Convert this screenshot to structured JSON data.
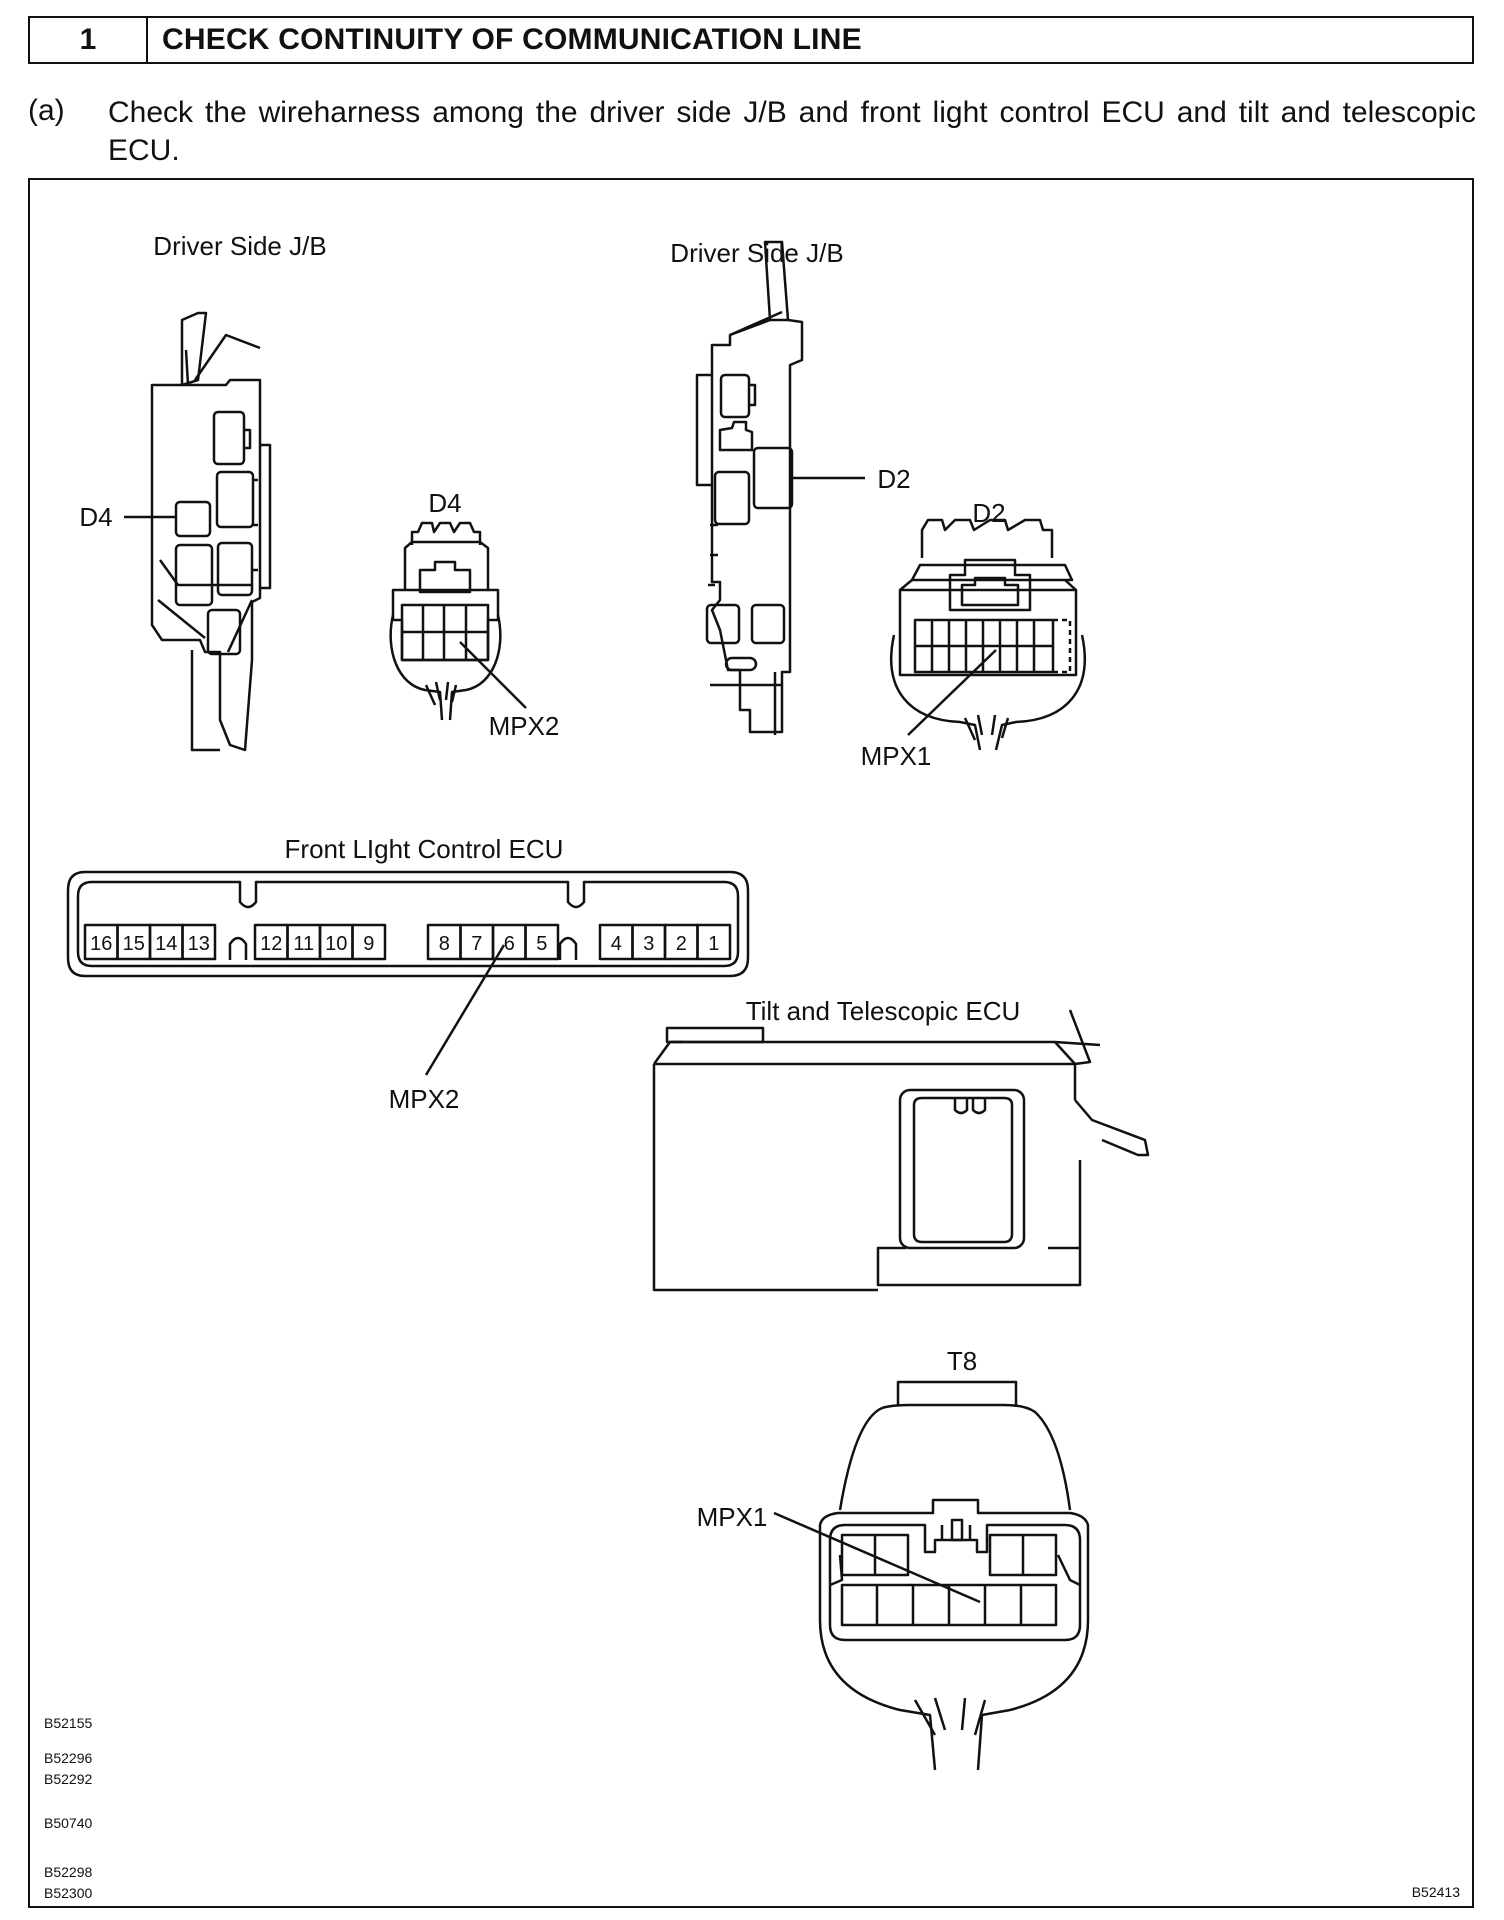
{
  "step": {
    "number": "1",
    "title": "CHECK CONTINUITY OF COMMUNICATION LINE"
  },
  "instruction": {
    "label": "(a)",
    "text": "Check the wireharness among the driver side J/B and front light control ECU and tilt and telescopic ECU."
  },
  "diagram": {
    "jb_left_title": "Driver Side J/B",
    "jb_right_title": "Driver Side J/B",
    "d4_callout": "D4",
    "d2_callout": "D2",
    "d4_connector_title": "D4",
    "d2_connector_title": "D2",
    "mpx2_d4": "MPX2",
    "mpx1_d2": "MPX1",
    "front_ecu_title": "Front LIght Control ECU",
    "front_ecu_pins": [
      "16",
      "15",
      "14",
      "13",
      "12",
      "11",
      "10",
      "9",
      "8",
      "7",
      "6",
      "5",
      "4",
      "3",
      "2",
      "1"
    ],
    "mpx2_front": "MPX2",
    "tilt_ecu_title": "Tilt and Telescopic ECU",
    "t8_title": "T8",
    "mpx1_t8": "MPX1",
    "ref_codes": [
      "B52155",
      "B52296",
      "B52292",
      "B50740",
      "B52298",
      "B52300"
    ],
    "figure_code": "B52413"
  }
}
